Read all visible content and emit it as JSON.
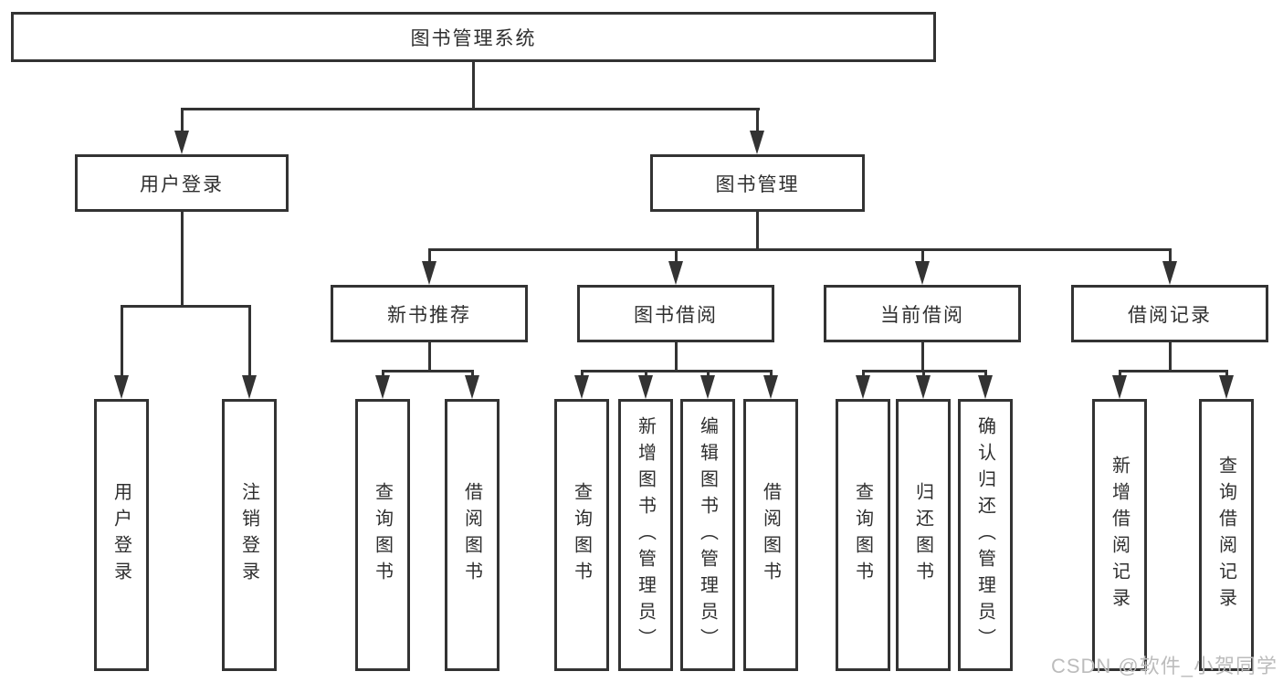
{
  "tree": {
    "root": {
      "label": "图书管理系统"
    },
    "branches": [
      {
        "label": "用户登录",
        "leaves": [
          {
            "label": "用户登录"
          },
          {
            "label": "注销登录"
          }
        ]
      },
      {
        "label": "图书管理",
        "sections": [
          {
            "label": "新书推荐",
            "leaves": [
              {
                "label": "查询图书"
              },
              {
                "label": "借阅图书"
              }
            ]
          },
          {
            "label": "图书借阅",
            "leaves": [
              {
                "label": "查询图书"
              },
              {
                "label": "新增图书（管理员）"
              },
              {
                "label": "编辑图书（管理员）"
              },
              {
                "label": "借阅图书"
              }
            ]
          },
          {
            "label": "当前借阅",
            "leaves": [
              {
                "label": "查询图书"
              },
              {
                "label": "归还图书"
              },
              {
                "label": "确认归还（管理员）"
              }
            ]
          },
          {
            "label": "借阅记录",
            "leaves": [
              {
                "label": "新增借阅记录"
              },
              {
                "label": "查询借阅记录"
              }
            ]
          }
        ]
      }
    ]
  },
  "watermark": {
    "text": "CSDN @软件_小贺同学"
  },
  "colors": {
    "line": "#333333",
    "box_border": "#333333",
    "text": "#2f2f2f",
    "watermark": "#bcbcbc",
    "background": "#ffffff"
  }
}
